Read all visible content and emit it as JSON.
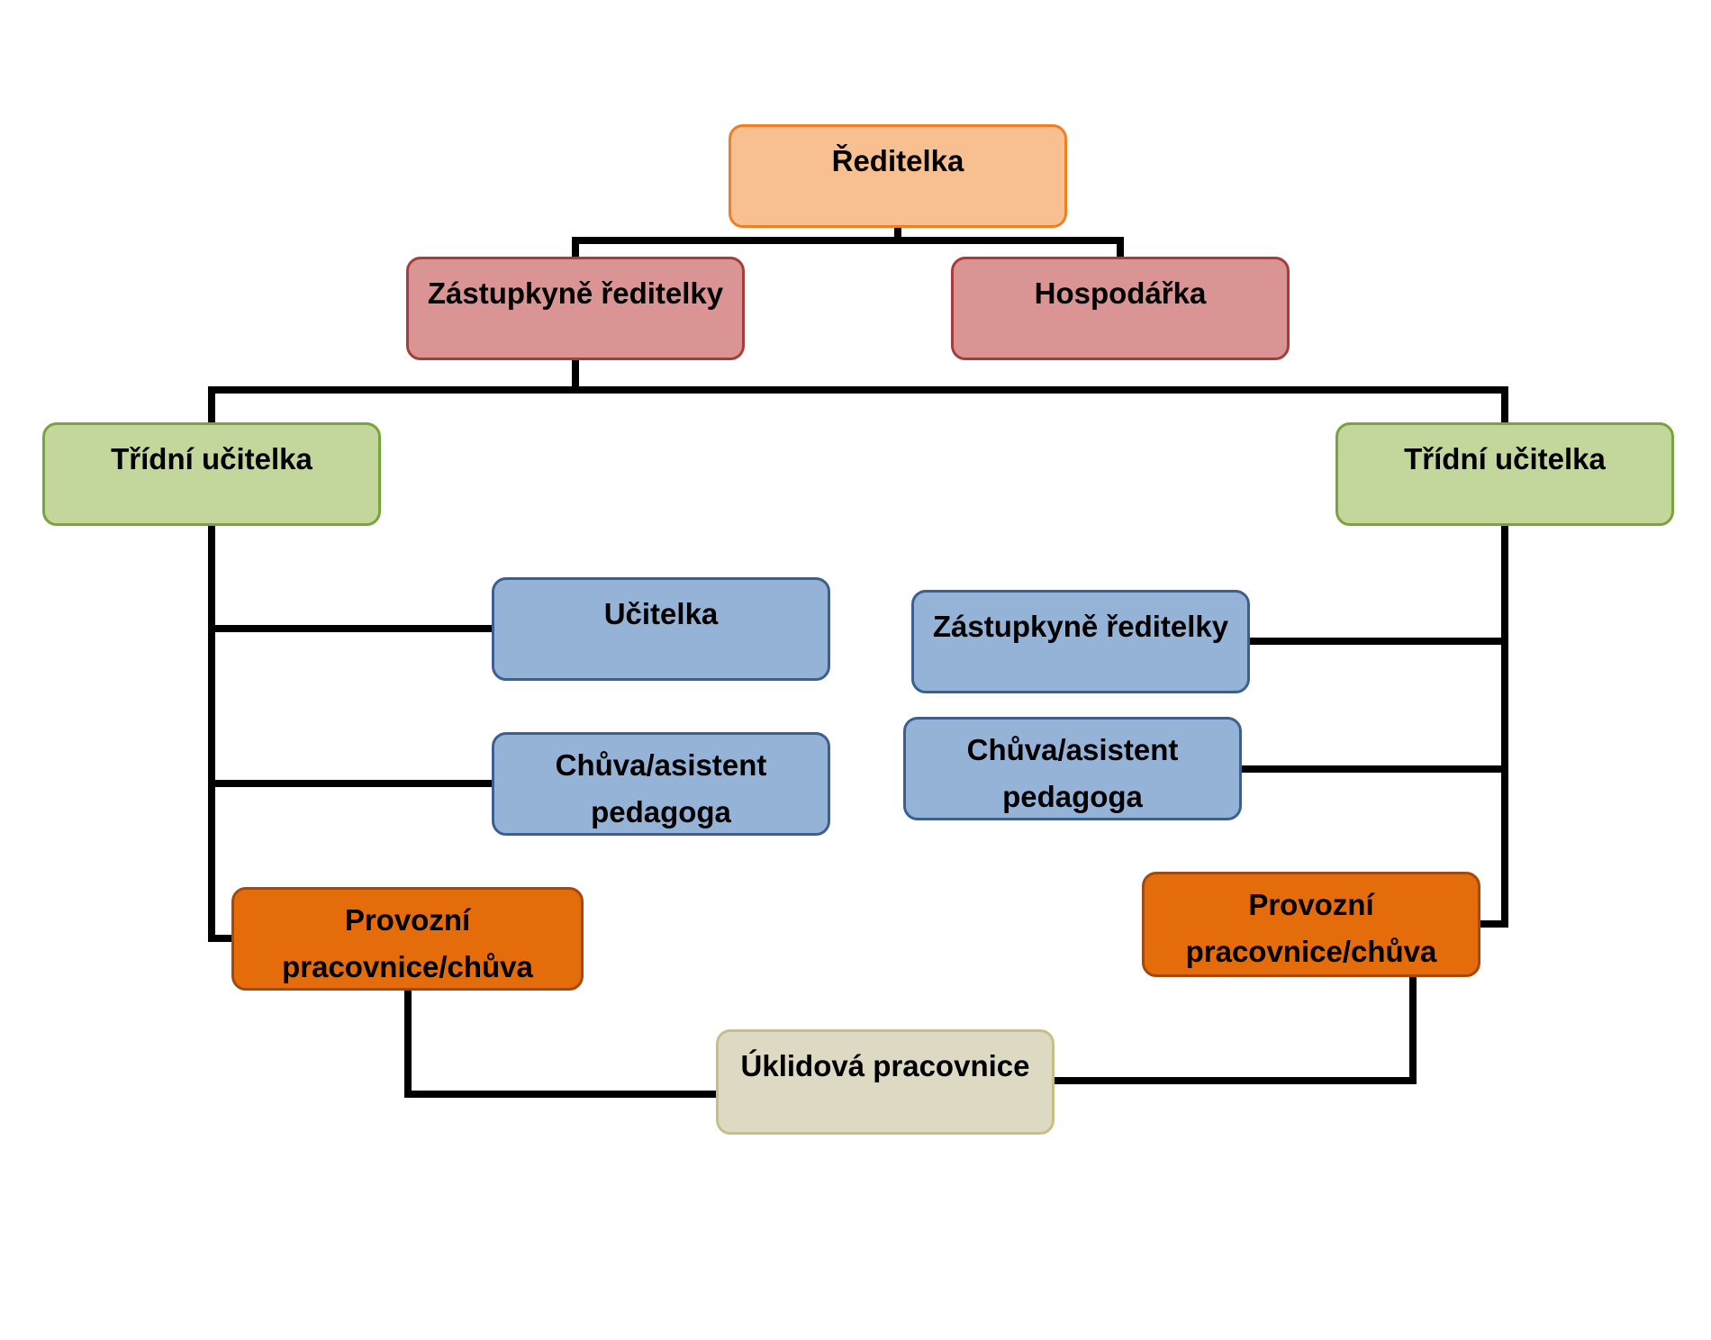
{
  "diagram": {
    "title": "",
    "nodes": {
      "director": "Ředitelka",
      "deputy_top": "Zástupkyně ředitelky",
      "bursar": "Hospodářka",
      "class_teacher_left": "Třídní učitelka",
      "class_teacher_right": "Třídní učitelka",
      "teacher": "Učitelka",
      "nanny_assistant_left": "Chůva/asistent\npedagoga",
      "deputy_right": "Zástupkyně ředitelky",
      "nanny_assistant_right": "Chůva/asistent\npedagoga",
      "operations_left": "Provozní\npracovnice/chůva",
      "operations_right": "Provozní\npracovnice/chůva",
      "cleaner": "Úklidová pracovnice"
    },
    "colors": {
      "director_fill": "#f8c090",
      "deputy_fill": "#da9494",
      "class_teacher_fill": "#c3d69b",
      "staff_fill": "#95b3d7",
      "operations_fill": "#e46c0a",
      "cleaner_fill": "#ddd9c3",
      "connector": "#000000"
    }
  }
}
